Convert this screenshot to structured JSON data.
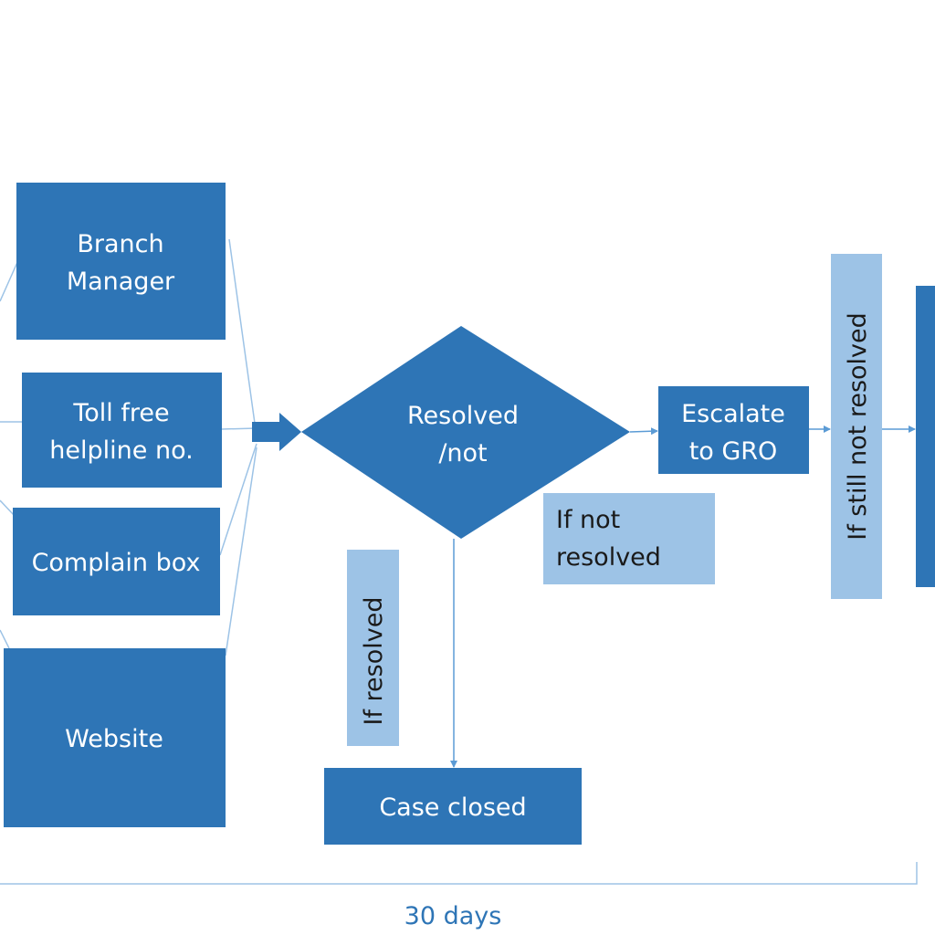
{
  "colors": {
    "primary_box": "#2e75b6",
    "note_box": "#9dc3e6",
    "connector": "#9dc3e6",
    "arrow": "#5b9bd5",
    "duration_text": "#2e75b6"
  },
  "diagram": {
    "channels": [
      {
        "lines": [
          "Branch",
          "Manager"
        ]
      },
      {
        "lines": [
          "Toll free",
          "helpline no."
        ]
      },
      {
        "lines": [
          "Complain box"
        ]
      },
      {
        "lines": [
          "Website"
        ]
      }
    ],
    "decision": {
      "lines": [
        "Resolved",
        "/not"
      ]
    },
    "escalate": {
      "lines": [
        "Escalate",
        "to GRO"
      ]
    },
    "case_closed": {
      "label": "Case closed"
    },
    "note_not_resolved": {
      "lines": [
        "If not",
        "resolved"
      ]
    },
    "note_resolved": {
      "label": "If resolved"
    },
    "note_still_not_resolved": {
      "label": "If still not resolved"
    },
    "duration": {
      "label": "30 days"
    }
  }
}
